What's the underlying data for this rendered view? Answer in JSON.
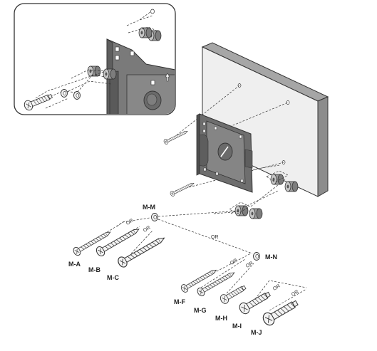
{
  "colors": {
    "line": "#333333",
    "wall_face": "#efefef",
    "wall_top": "#a6a6a6",
    "wall_side": "#8c8c8c",
    "plate": "#7a7a7a",
    "plate_dark": "#5e5e5e",
    "spacer": "#9a9a9a",
    "screw": "#f4f4f4"
  },
  "icons": [
    "screw-icon",
    "washer-icon",
    "spacer-icon",
    "mounting-plate-icon",
    "up-arrow-icon"
  ],
  "labels": {
    "m_m": "M-M",
    "m_n": "M-N",
    "m_a": "M-A",
    "m_b": "M-B",
    "m_c": "M-C",
    "m_f": "M-F",
    "m_g": "M-G",
    "m_h": "M-H",
    "m_i": "M-I",
    "m_j": "M-J"
  },
  "or_text": "OR"
}
